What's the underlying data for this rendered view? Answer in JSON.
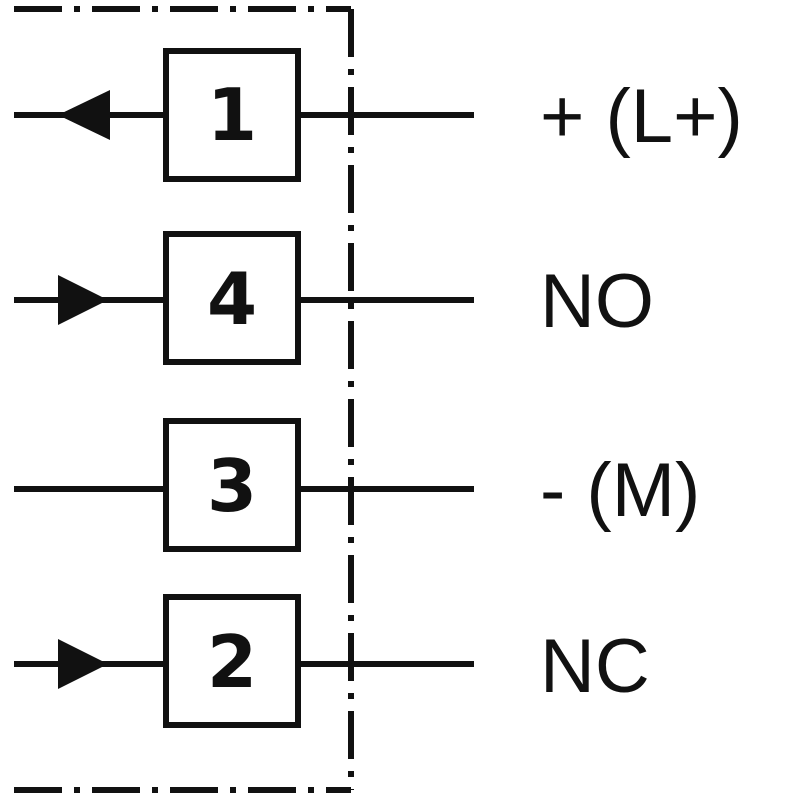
{
  "colors": {
    "ink": "#111111",
    "background": "#ffffff"
  },
  "connectors": [
    {
      "pin": "1",
      "signal": "+ (L+)",
      "arrow": "left-icon"
    },
    {
      "pin": "4",
      "signal": "NO",
      "arrow": "right-icon"
    },
    {
      "pin": "3",
      "signal": "- (M)",
      "arrow": "none"
    },
    {
      "pin": "2",
      "signal": "NC",
      "arrow": "right-icon"
    }
  ]
}
